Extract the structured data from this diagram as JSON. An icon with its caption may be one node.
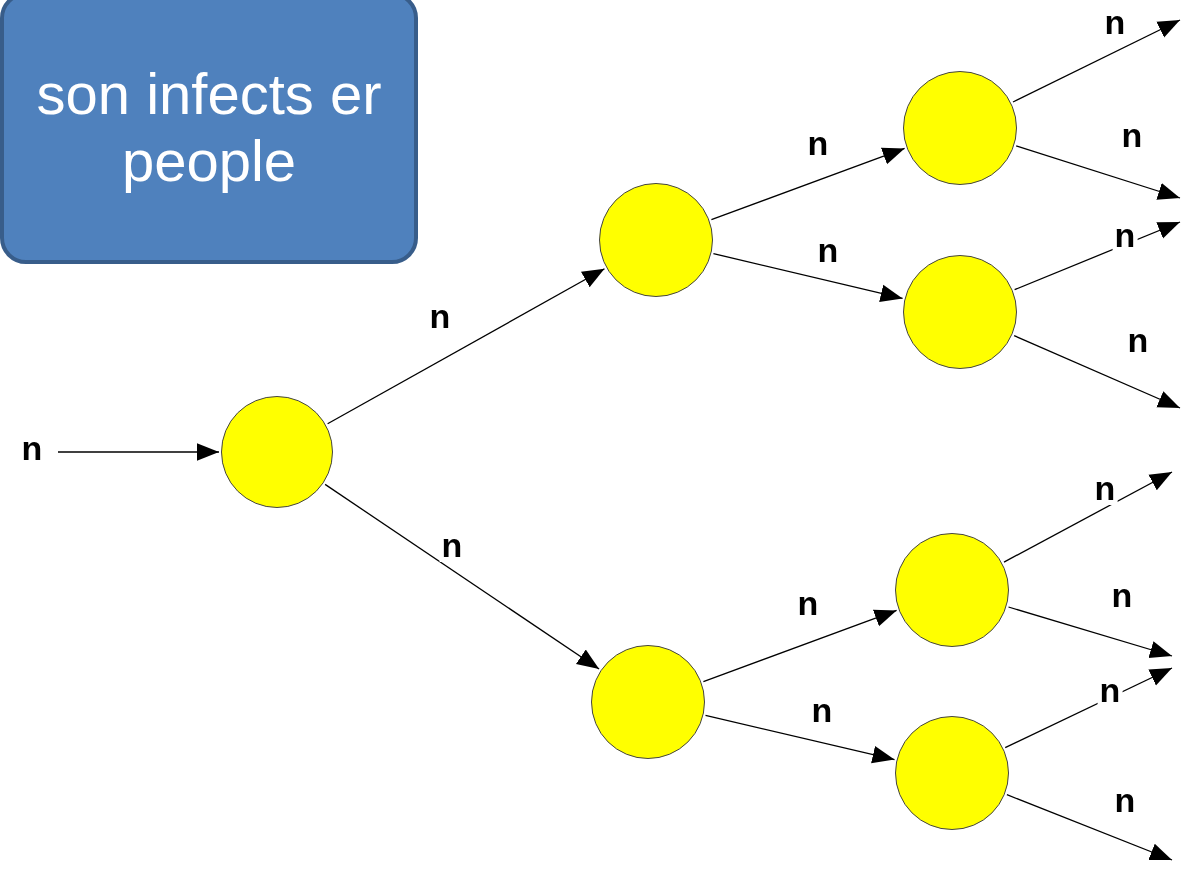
{
  "diagram": {
    "nodes": [
      {
        "text": [
          "son infects er people"
        ]
      },
      {
        "text": [],
        "shape": "circle"
      },
      {
        "text": [],
        "shape": "circle"
      },
      {
        "text": [],
        "shape": "circle"
      },
      {
        "text": [],
        "shape": "circle"
      },
      {
        "text": [],
        "shape": "circle"
      },
      {
        "text": [],
        "shape": "circle"
      },
      {
        "text": [],
        "shape": "circle"
      }
    ],
    "edges": [
      {
        "from": null,
        "to": 1,
        "arrow": "to",
        "label": "n"
      },
      {
        "from": 1,
        "to": 2,
        "arrow": "to",
        "label": "n"
      },
      {
        "from": 1,
        "to": 3,
        "arrow": "to",
        "label": "n"
      },
      {
        "from": 2,
        "to": 4,
        "arrow": "to",
        "label": "n"
      },
      {
        "from": 2,
        "to": 5,
        "arrow": "to",
        "label": "n"
      },
      {
        "from": 3,
        "to": 6,
        "arrow": "to",
        "label": "n"
      },
      {
        "from": 3,
        "to": 7,
        "arrow": "to",
        "label": "n"
      },
      {
        "from": 4,
        "to": null,
        "arrow": "to",
        "label": "n"
      },
      {
        "from": 4,
        "to": null,
        "arrow": "to",
        "label": "n"
      },
      {
        "from": 5,
        "to": null,
        "arrow": "to",
        "label": "n"
      },
      {
        "from": 5,
        "to": null,
        "arrow": "to",
        "label": "n"
      },
      {
        "from": 6,
        "to": null,
        "arrow": "to",
        "label": "n"
      },
      {
        "from": 6,
        "to": null,
        "arrow": "to",
        "label": "n"
      },
      {
        "from": 7,
        "to": null,
        "arrow": "to",
        "label": "n"
      },
      {
        "from": 7,
        "to": null,
        "arrow": "to",
        "label": "n"
      }
    ]
  }
}
